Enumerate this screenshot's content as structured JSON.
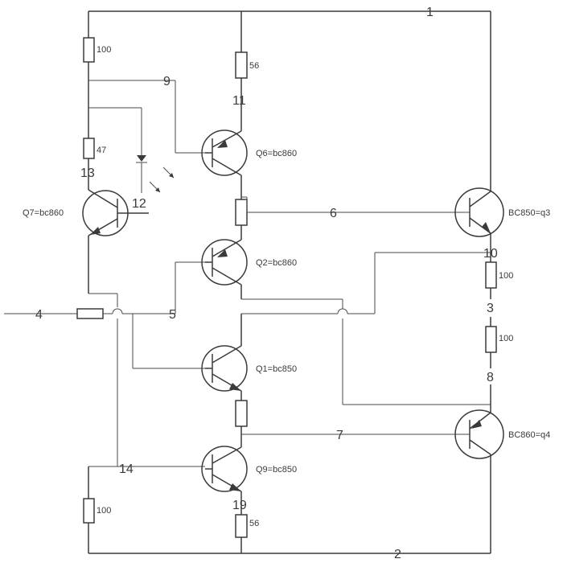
{
  "nodes": {
    "n1": "1",
    "n2": "2",
    "n3": "3",
    "n4": "4",
    "n5": "5",
    "n6": "6",
    "n7": "7",
    "n8": "8",
    "n9": "9",
    "n10": "10",
    "n11": "11",
    "n12": "12",
    "n13": "13",
    "n14": "14",
    "n19": "19"
  },
  "resistors": {
    "r_top_left": "100",
    "r_top_mid": "56",
    "r_47": "47",
    "r_right_upper": "100",
    "r_right_lower": "100",
    "r_bottom_left": "100",
    "r_bottom_mid": "56"
  },
  "transistors": {
    "q6": "Q6=bc860",
    "q7": "Q7=bc860",
    "q2": "Q2=bc860",
    "q1": "Q1=bc850",
    "q9": "Q9=bc850",
    "q3": "BC850=q3",
    "q4": "BC860=q4"
  }
}
